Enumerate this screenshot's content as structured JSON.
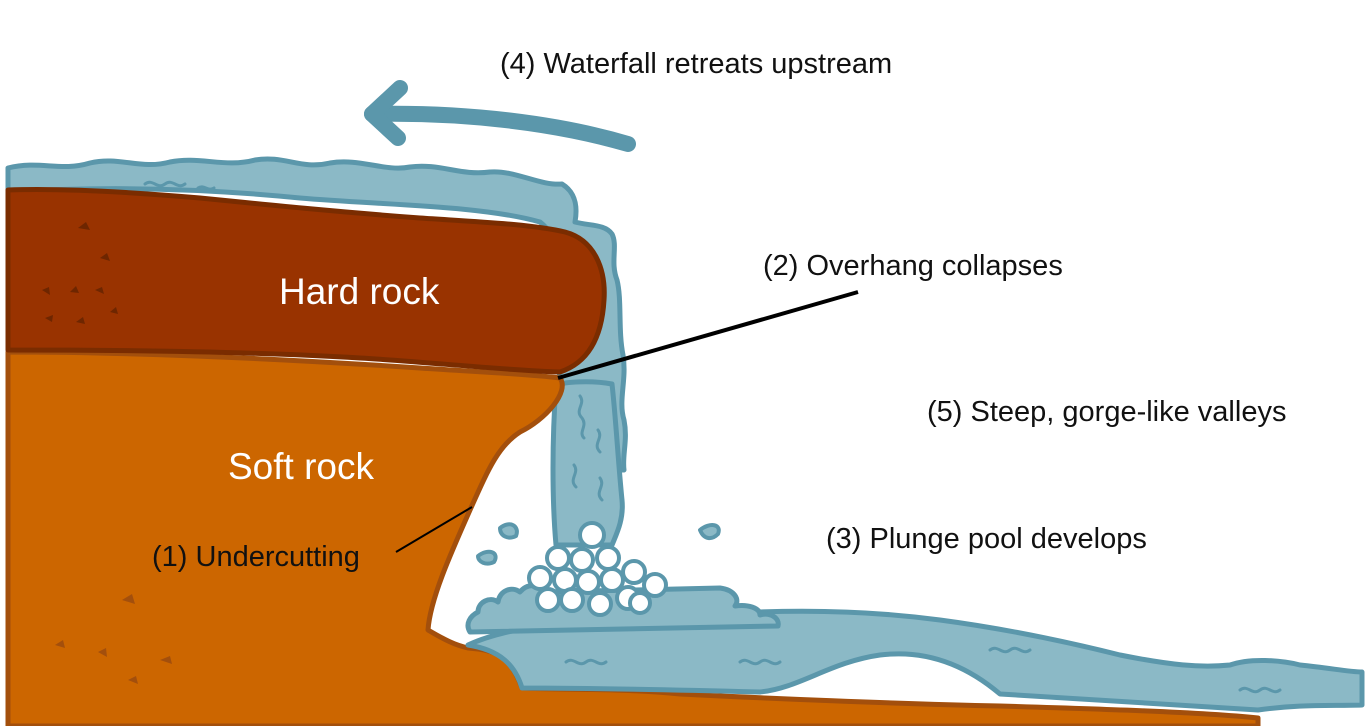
{
  "labels": {
    "retreat": "(4) Waterfall retreats upstream",
    "overhang": "(2) Overhang collapses",
    "gorge": "(5) Steep, gorge-like valleys",
    "plunge_pool": "(3) Plunge pool develops",
    "undercutting": "(1) Undercutting",
    "hard_rock": "Hard rock",
    "soft_rock": "Soft rock"
  },
  "colors": {
    "water": "#8bb9c6",
    "water_outline": "#5b97ab",
    "hard_rock": "#993300",
    "hard_rock_outline": "#7a2c00",
    "soft_rock": "#cc6600",
    "soft_rock_outline": "#a34f0c",
    "leader_line": "#000000"
  }
}
